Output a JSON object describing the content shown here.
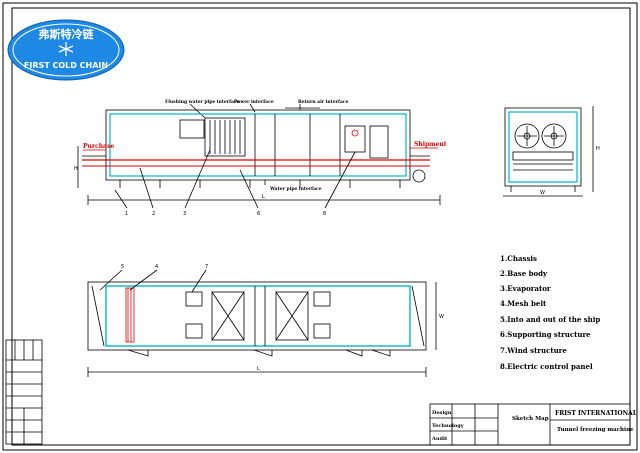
{
  "logo": {
    "chinese": "弗斯特冷链",
    "english": "FIRST COLD CHAIN"
  },
  "side_view": {
    "callouts": {
      "flushing": "Flushing water pipe interface",
      "power": "Power interface",
      "return_air": "Return air interface",
      "water_pipe": "Water pipe interface",
      "purchase": "Purchase",
      "shipment": "Shipment"
    },
    "part_numbers": [
      "1",
      "2",
      "3",
      "6",
      "8"
    ],
    "dim_H": "H",
    "dim_L": "L"
  },
  "end_view": {
    "dim_W": "W",
    "dim_H": "H"
  },
  "top_view": {
    "part_numbers": [
      "5",
      "4",
      "7"
    ],
    "dim_L": "L",
    "dim_W": "W"
  },
  "legend": [
    "1.Chassis",
    "2.Base body",
    "3.Evaporator",
    "4.Mesh belt",
    "5.Into and out of the ship",
    "6.Supporting structure",
    "7.Wind structure",
    "8.Electric control panel"
  ],
  "title_block": {
    "roles": [
      "Design",
      "Technology",
      "Audit"
    ],
    "drawing_name": "Sketch Map",
    "company": "FRIST INTERNATIONAL",
    "machine": "Tunnel freezing machine"
  },
  "colors": {
    "outline": "#000000",
    "cyan": "#00b8c8",
    "red": "#e00000",
    "logo_blue": "#1e88e5"
  }
}
